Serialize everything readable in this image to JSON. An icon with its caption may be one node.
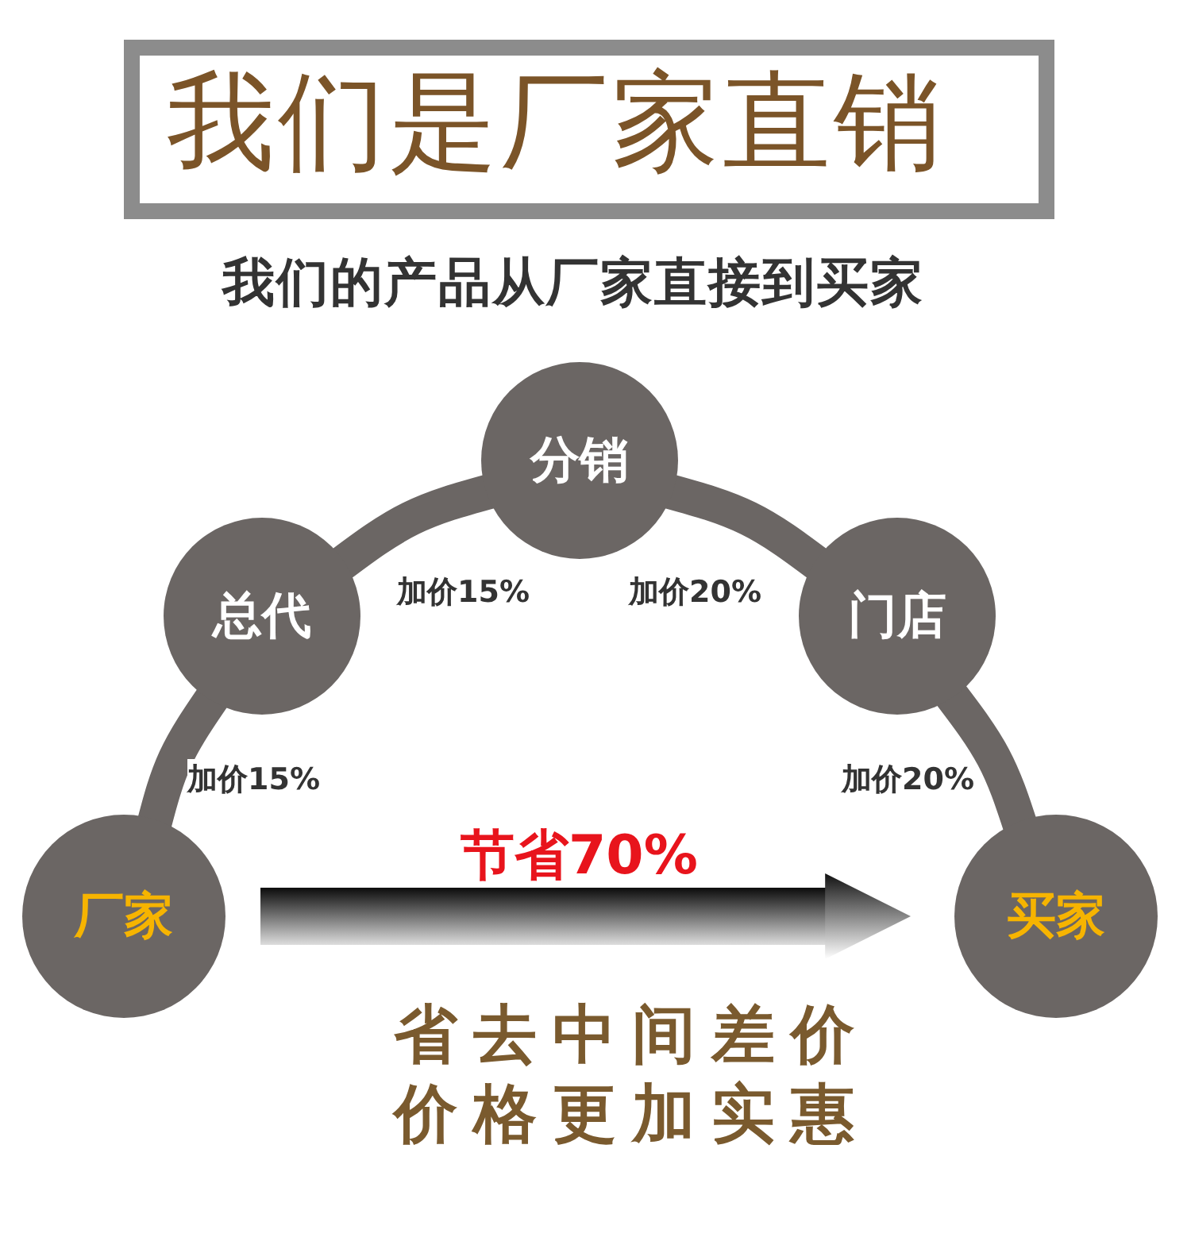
{
  "diagram": {
    "title": "我们是厂家直销",
    "nodes": [
      {
        "text": [
          "厂家"
        ]
      },
      {
        "text": [
          "总代"
        ]
      },
      {
        "text": [
          "分销"
        ]
      },
      {
        "text": [
          "门店"
        ]
      },
      {
        "text": [
          "买家"
        ]
      }
    ],
    "edges": [
      {
        "from": 0,
        "to": 1,
        "arrow": "none",
        "label": "加价15%"
      },
      {
        "from": 1,
        "to": 2,
        "arrow": "none",
        "label": "加价15%"
      },
      {
        "from": 2,
        "to": 3,
        "arrow": "none",
        "label": "加价20%"
      },
      {
        "from": 3,
        "to": 4,
        "arrow": "none",
        "label": "加价20%"
      },
      {
        "from": 0,
        "to": 4,
        "arrow": "to",
        "label": "节省70%",
        "style": "thick"
      }
    ],
    "labels": [
      "我们的产品从厂家直接到买家",
      "省去中间差价",
      "价格更加实惠"
    ]
  }
}
